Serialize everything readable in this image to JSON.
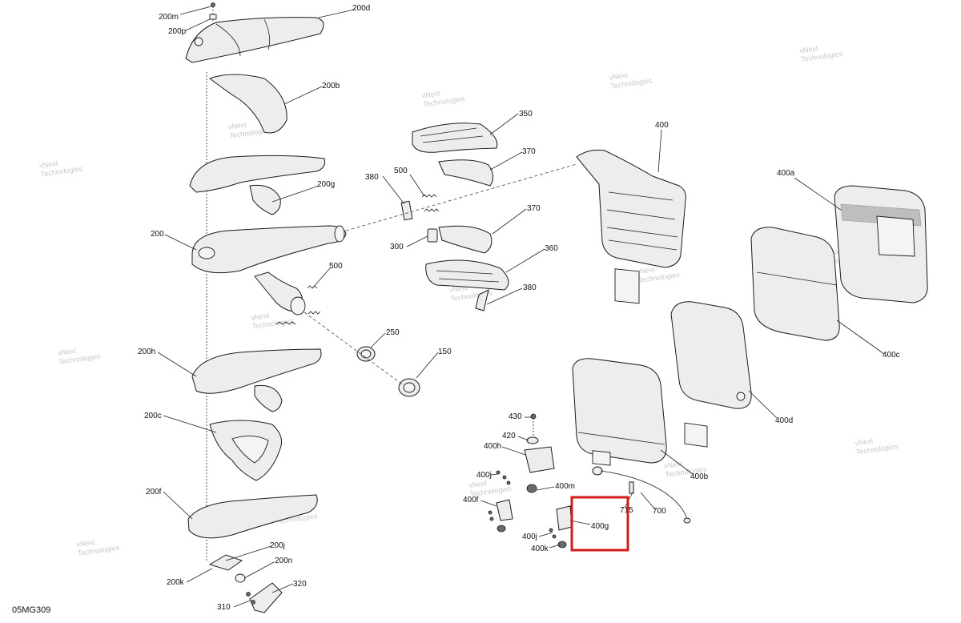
{
  "diagram_ref": "05MG309",
  "watermark": {
    "line1": "vNext",
    "line2": "Technologies"
  },
  "highlight": {
    "color": "#d01c1c",
    "label": "400g"
  },
  "labels": [
    "200m",
    "200p",
    "200d",
    "200b",
    "200g",
    "200",
    "500",
    "200h",
    "200c",
    "200f",
    "200j",
    "200n",
    "200k",
    "320",
    "310",
    "380",
    "500",
    "350",
    "370",
    "370",
    "300",
    "360",
    "380",
    "250",
    "150",
    "400",
    "400a",
    "400c",
    "400d",
    "400b",
    "430",
    "420",
    "400h",
    "400j",
    "400m",
    "400f",
    "400j",
    "400k",
    "715",
    "700"
  ]
}
